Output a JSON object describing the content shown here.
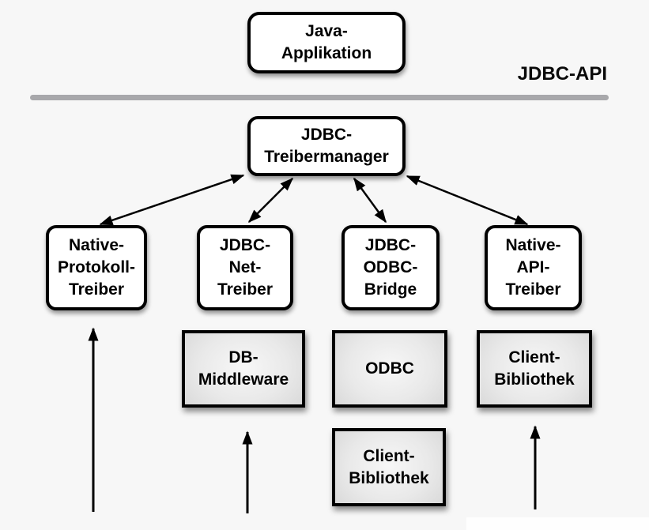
{
  "diagram": {
    "api_label": "JDBC-API",
    "nodes": {
      "java_application": {
        "label": "Java-\nApplikation",
        "style": "white-rounded"
      },
      "jdbc_treibermanager": {
        "label": "JDBC-\nTreibermanager",
        "style": "white-rounded"
      },
      "native_protokoll_treiber": {
        "label": "Native-\nProtokoll-\nTreiber",
        "style": "white-rounded"
      },
      "jdbc_net_treiber": {
        "label": "JDBC-\nNet-\nTreiber",
        "style": "white-rounded"
      },
      "jdbc_odbc_bridge": {
        "label": "JDBC-\nODBC-\nBridge",
        "style": "white-rounded"
      },
      "native_api_treiber": {
        "label": "Native-\nAPI-\nTreiber",
        "style": "white-rounded"
      },
      "db_middleware": {
        "label": "DB-\nMiddleware",
        "style": "gray-gradient"
      },
      "odbc": {
        "label": "ODBC",
        "style": "gray-gradient"
      },
      "client_bibliothek_unter_odbc": {
        "label": "Client-\nBibliothek",
        "style": "gray-gradient"
      },
      "client_bibliothek_native_api": {
        "label": "Client-\nBibliothek",
        "style": "gray-gradient"
      }
    },
    "edges": [
      {
        "from": "jdbc_treibermanager",
        "to": "native_protokoll_treiber",
        "type": "bidirectional"
      },
      {
        "from": "jdbc_treibermanager",
        "to": "jdbc_net_treiber",
        "type": "bidirectional"
      },
      {
        "from": "jdbc_treibermanager",
        "to": "jdbc_odbc_bridge",
        "type": "bidirectional"
      },
      {
        "from": "jdbc_treibermanager",
        "to": "native_api_treiber",
        "type": "bidirectional"
      },
      {
        "from": "bottom-edge",
        "to": "native_protokoll_treiber",
        "type": "arrow-up"
      },
      {
        "from": "bottom-edge",
        "to": "db_middleware",
        "type": "arrow-up"
      },
      {
        "from": "bottom-edge",
        "to": "client_bibliothek_native_api",
        "type": "arrow-up"
      }
    ],
    "colors": {
      "background": "#f7f7f7",
      "box_fill": "#ffffff",
      "box_border": "#000000",
      "gray_box_light": "#f7f7f7",
      "gray_box_dark": "#c6c6c6",
      "separator": "#a8a8ab",
      "arrow": "#000000",
      "text": "#000000"
    }
  }
}
